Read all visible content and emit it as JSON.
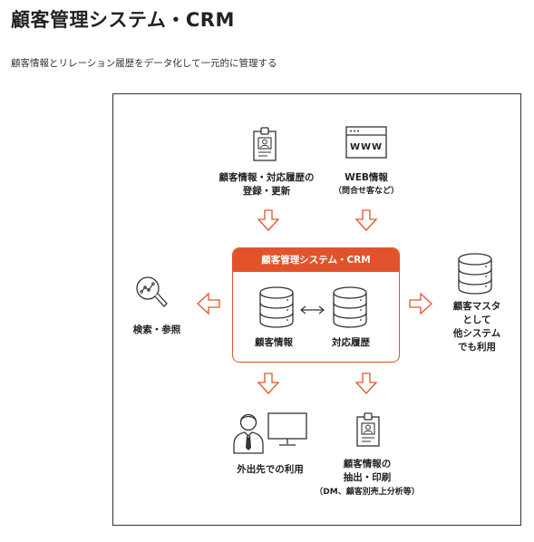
{
  "page": {
    "title": "顧客管理システム・CRM",
    "subtitle": "顧客情報とリレーション履歴をデータ化して一元的に管理する"
  },
  "diagram": {
    "crm_header": "顧客管理システム・CRM",
    "input_register": [
      "顧客情報・対応履歴の",
      "登録・更新"
    ],
    "input_web": [
      "WEB情報",
      "（問合せ客など）"
    ],
    "web_icon_text": "WWW",
    "db_customer": "顧客情報",
    "db_history": "対応履歴",
    "search": "検索・参照",
    "master": [
      "顧客マスタ",
      "として",
      "他システム",
      "でも利用"
    ],
    "external": "外出先での利用",
    "extract": [
      "顧客情報の",
      "抽出・印刷",
      "（DM、顧客別売上分析等）"
    ],
    "accent_color": "#e2532b",
    "icons": [
      "badge-icon",
      "browser-icon",
      "database-icon",
      "magnifier-icon",
      "person-icon",
      "monitor-icon",
      "arrow-icon"
    ]
  }
}
